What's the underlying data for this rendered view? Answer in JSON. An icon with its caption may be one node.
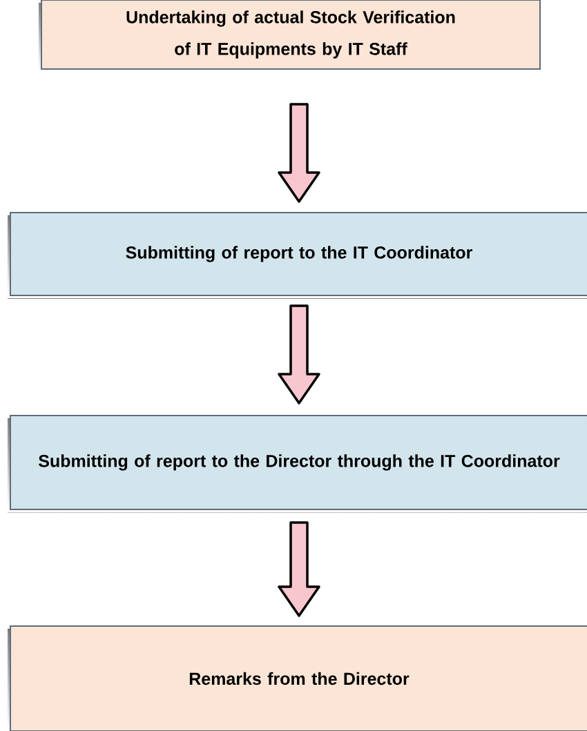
{
  "diagram": {
    "nodes": [
      {
        "text": [
          "Undertaking of actual Stock Verification of  IT Equipments by IT Staff"
        ]
      },
      {
        "text": [
          "Submitting of report to the IT Coordinator"
        ]
      },
      {
        "text": [
          "Submitting of report  to the Director through the IT Coordinator"
        ]
      },
      {
        "text": [
          "Remarks from the Director"
        ]
      }
    ],
    "edges": [
      {
        "from": 0,
        "to": 1,
        "arrow": "to"
      },
      {
        "from": 1,
        "to": 2,
        "arrow": "to"
      },
      {
        "from": 2,
        "to": 3,
        "arrow": "to"
      }
    ]
  }
}
